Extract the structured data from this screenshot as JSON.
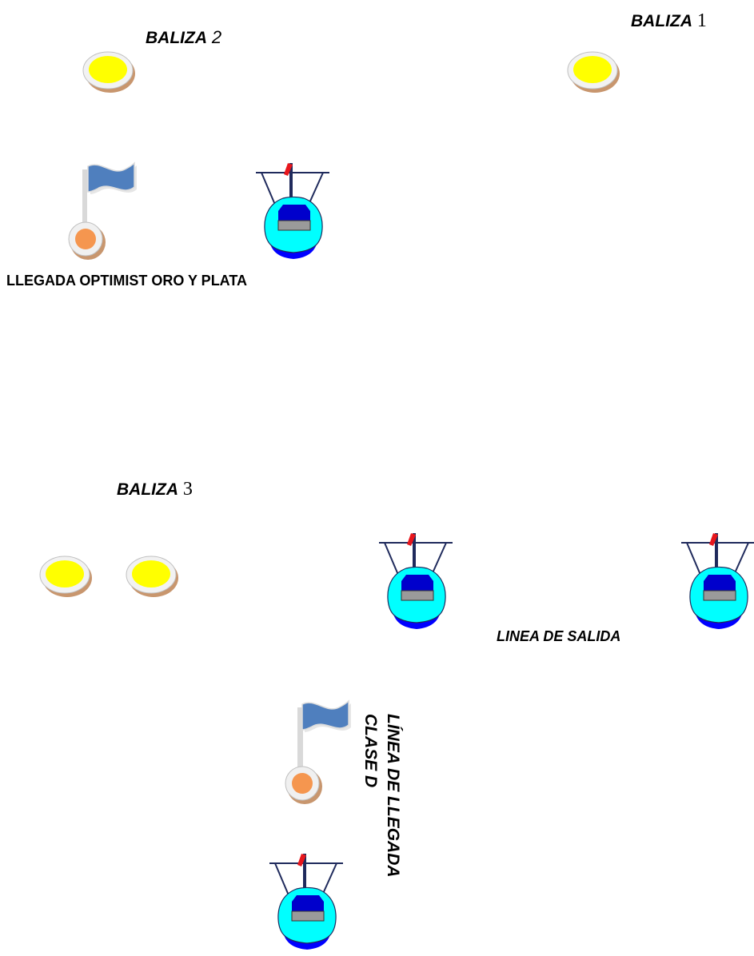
{
  "colors": {
    "buoy": "#ffff00",
    "buoy_rim": "#c8966e",
    "hull_light": "#00ffff",
    "hull_dark": "#0000ff",
    "cabin": "#0000cc",
    "flag_blue": "#4f7fbe",
    "flag_pennant": "#e8161c",
    "orange_buoy": "#f5964f"
  },
  "labels": {
    "mark2": {
      "word": "BALIZA",
      "number": "2"
    },
    "mark1": {
      "word": "BALIZA",
      "number": "1"
    },
    "mark3": {
      "word": "BALIZA",
      "number": "3"
    },
    "optimist_finish": "LLEGADA OPTIMIST ORO Y PLATA",
    "start_line": "LINEA DE SALIDA",
    "finish_line_1": "LÍNEA DE LLEGADA",
    "finish_line_2": "CLASE  D"
  },
  "icons": {
    "buoy": "yellow-buoy-icon",
    "boat": "committee-boat-icon",
    "flag": "finish-flag-icon"
  }
}
